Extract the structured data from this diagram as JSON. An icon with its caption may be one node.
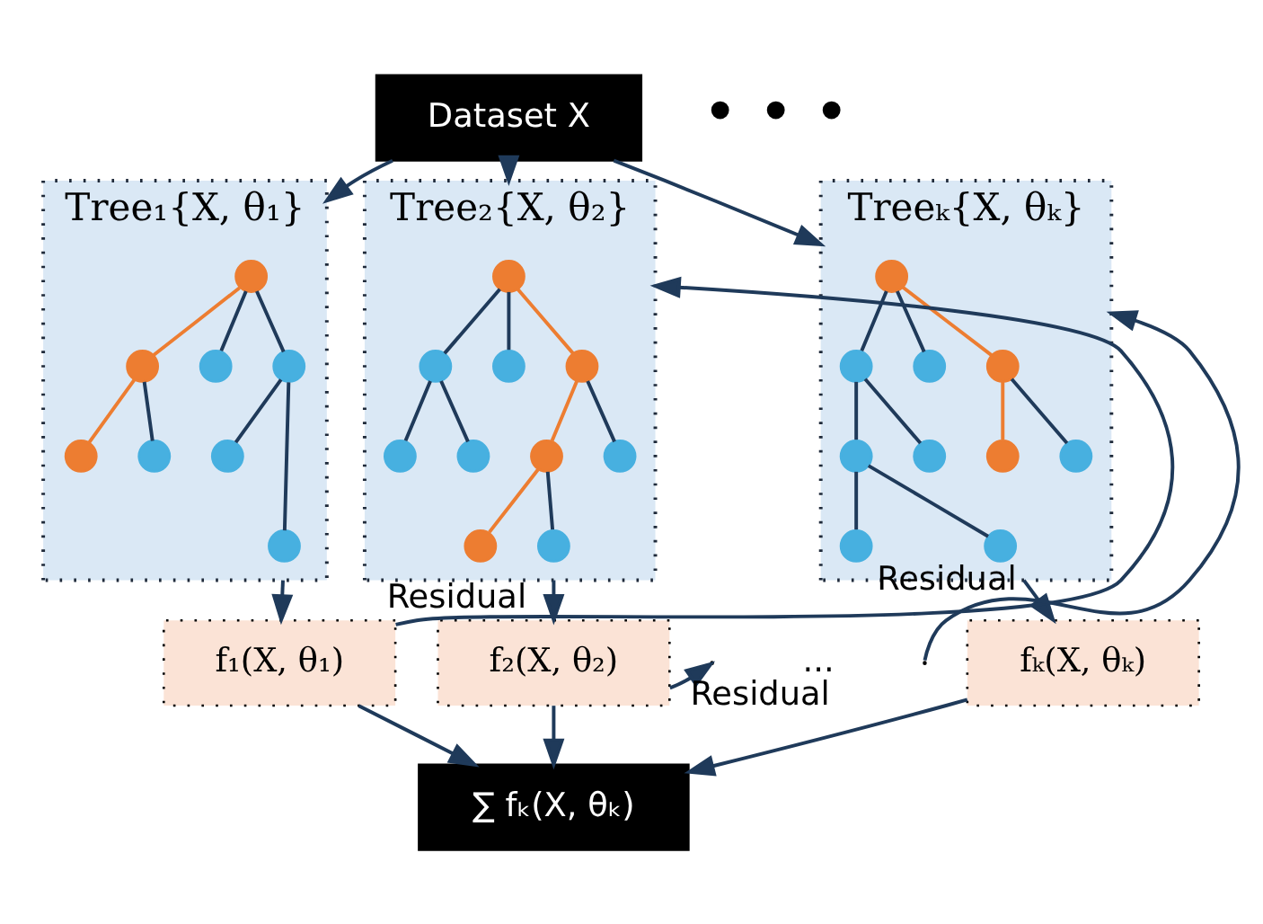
{
  "diagram": {
    "nodes": [
      {
        "text": [
          "Dataset X"
        ]
      },
      {
        "text": [
          "Tree₁{X, θ₁}"
        ]
      },
      {
        "text": [],
        "shape": "circle",
        "in": 1
      },
      {
        "text": [],
        "shape": "circle",
        "in": 1
      },
      {
        "text": [],
        "shape": "circle",
        "in": 1
      },
      {
        "text": [],
        "shape": "circle",
        "in": 1
      },
      {
        "text": [],
        "shape": "circle",
        "in": 1
      },
      {
        "text": [],
        "shape": "circle",
        "in": 1
      },
      {
        "text": [],
        "shape": "circle",
        "in": 1
      },
      {
        "text": [],
        "shape": "circle",
        "in": 1
      },
      {
        "text": [
          "Tree₂{X, θ₂}"
        ]
      },
      {
        "text": [],
        "shape": "circle",
        "in": 10
      },
      {
        "text": [],
        "shape": "circle",
        "in": 10
      },
      {
        "text": [],
        "shape": "circle",
        "in": 10
      },
      {
        "text": [],
        "shape": "circle",
        "in": 10
      },
      {
        "text": [],
        "shape": "circle",
        "in": 10
      },
      {
        "text": [],
        "shape": "circle",
        "in": 10
      },
      {
        "text": [],
        "shape": "circle",
        "in": 10
      },
      {
        "text": [],
        "shape": "circle",
        "in": 10
      },
      {
        "text": [],
        "shape": "circle",
        "in": 10
      },
      {
        "text": [],
        "shape": "circle",
        "in": 10
      },
      {
        "text": [
          "Treeₖ{X, θₖ}"
        ]
      },
      {
        "text": [],
        "shape": "circle",
        "in": 21
      },
      {
        "text": [],
        "shape": "circle",
        "in": 21
      },
      {
        "text": [],
        "shape": "circle",
        "in": 21
      },
      {
        "text": [],
        "shape": "circle",
        "in": 21
      },
      {
        "text": [],
        "shape": "circle",
        "in": 21
      },
      {
        "text": [],
        "shape": "circle",
        "in": 21
      },
      {
        "text": [],
        "shape": "circle",
        "in": 21
      },
      {
        "text": [],
        "shape": "circle",
        "in": 21
      },
      {
        "text": [],
        "shape": "circle",
        "in": 21
      },
      {
        "text": [],
        "shape": "circle",
        "in": 21
      },
      {
        "text": [
          "f₁(X, θ₁)"
        ]
      },
      {
        "text": [
          "f₂(X, θ₂)"
        ]
      },
      {
        "text": [
          "fₖ(X, θₖ)"
        ]
      },
      {
        "text": [
          "∑ fₖ(X, θₖ)"
        ]
      }
    ],
    "edges": [
      {
        "from": 0,
        "to": 1,
        "arrow": "to"
      },
      {
        "from": 0,
        "to": 10,
        "arrow": "to"
      },
      {
        "from": 0,
        "to": 21,
        "arrow": "to"
      },
      {
        "from": 2,
        "to": 3,
        "arrow": "none",
        "color": "#ed7d31"
      },
      {
        "from": 2,
        "to": 4,
        "arrow": "none"
      },
      {
        "from": 2,
        "to": 5,
        "arrow": "none"
      },
      {
        "from": 3,
        "to": 6,
        "arrow": "none",
        "color": "#ed7d31"
      },
      {
        "from": 3,
        "to": 7,
        "arrow": "none"
      },
      {
        "from": 5,
        "to": 8,
        "arrow": "none"
      },
      {
        "from": 5,
        "to": 9,
        "arrow": "none"
      },
      {
        "from": 11,
        "to": 12,
        "arrow": "none"
      },
      {
        "from": 11,
        "to": 13,
        "arrow": "none"
      },
      {
        "from": 11,
        "to": 14,
        "arrow": "none",
        "color": "#ed7d31"
      },
      {
        "from": 12,
        "to": 15,
        "arrow": "none"
      },
      {
        "from": 12,
        "to": 16,
        "arrow": "none"
      },
      {
        "from": 14,
        "to": 17,
        "arrow": "none",
        "color": "#ed7d31"
      },
      {
        "from": 14,
        "to": 18,
        "arrow": "none"
      },
      {
        "from": 17,
        "to": 19,
        "arrow": "none",
        "color": "#ed7d31"
      },
      {
        "from": 17,
        "to": 20,
        "arrow": "none"
      },
      {
        "from": 22,
        "to": 23,
        "arrow": "none"
      },
      {
        "from": 22,
        "to": 24,
        "arrow": "none"
      },
      {
        "from": 22,
        "to": 25,
        "arrow": "none",
        "color": "#ed7d31"
      },
      {
        "from": 23,
        "to": 26,
        "arrow": "none"
      },
      {
        "from": 23,
        "to": 27,
        "arrow": "none"
      },
      {
        "from": 25,
        "to": 28,
        "arrow": "none",
        "color": "#ed7d31"
      },
      {
        "from": 25,
        "to": 29,
        "arrow": "none"
      },
      {
        "from": 26,
        "to": 30,
        "arrow": "none"
      },
      {
        "from": 26,
        "to": 31,
        "arrow": "none"
      },
      {
        "from": 1,
        "to": 32,
        "arrow": "to"
      },
      {
        "from": 32,
        "to": 10,
        "arrow": "to",
        "label": "Residual"
      },
      {
        "from": 10,
        "to": 33,
        "arrow": "to"
      },
      {
        "from": 33,
        "to": null,
        "arrow": "to",
        "label": "Residual"
      },
      {
        "from": null,
        "to": 21,
        "arrow": "to",
        "label": "Residual"
      },
      {
        "from": 21,
        "to": 34,
        "arrow": "to"
      },
      {
        "from": 32,
        "to": 35,
        "arrow": "to"
      },
      {
        "from": 33,
        "to": 35,
        "arrow": "to"
      },
      {
        "from": 34,
        "to": 35,
        "arrow": "to"
      }
    ],
    "labels": [
      "• • •",
      "..."
    ]
  }
}
